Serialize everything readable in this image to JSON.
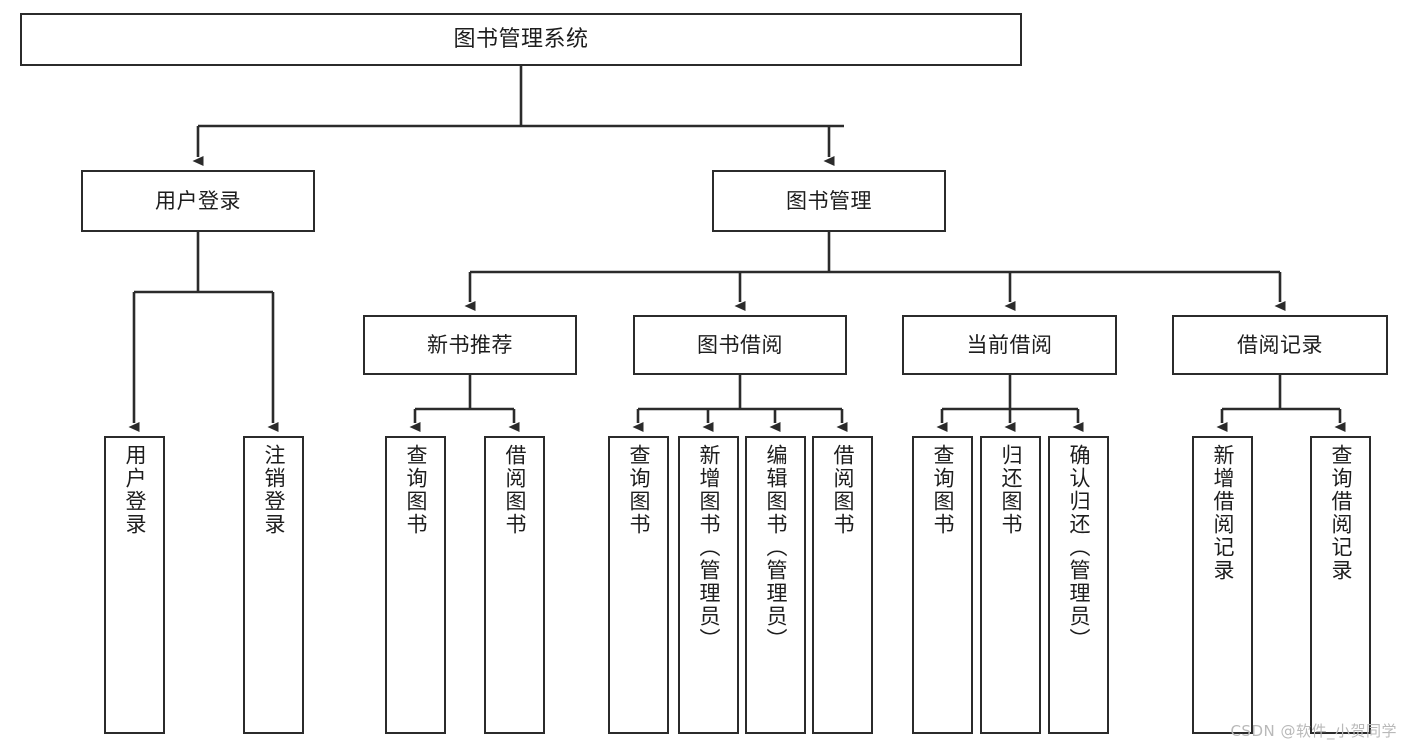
{
  "diagram": {
    "title": "图书管理系统",
    "type": "tree-hierarchy-chart",
    "watermark": "CSDN @软件_小贺同学",
    "colors": {
      "box_border": "#2b2b2b",
      "box_fill": "#ffffff",
      "edge": "#2b2b2b",
      "text": "#1d1d1d",
      "watermark": "#b9b9b9",
      "background": "#ffffff"
    },
    "root": {
      "label": "图书管理系统"
    },
    "level2": [
      {
        "label": "用户登录"
      },
      {
        "label": "图书管理"
      }
    ],
    "level3": [
      {
        "label": "新书推荐"
      },
      {
        "label": "图书借阅"
      },
      {
        "label": "当前借阅"
      },
      {
        "label": "借阅记录"
      }
    ],
    "leaves": {
      "user_login": [
        {
          "label": "用户登录"
        },
        {
          "label": "注销登录"
        }
      ],
      "new_book_recommend": [
        {
          "label": "查询图书"
        },
        {
          "label": "借阅图书"
        }
      ],
      "book_borrow": [
        {
          "label": "查询图书"
        },
        {
          "label": "新增图书（管理员）"
        },
        {
          "label": "编辑图书（管理员）"
        },
        {
          "label": "借阅图书"
        }
      ],
      "current_borrow": [
        {
          "label": "查询图书"
        },
        {
          "label": "归还图书"
        },
        {
          "label": "确认归还（管理员）"
        }
      ],
      "borrow_record": [
        {
          "label": "新增借阅记录"
        },
        {
          "label": "查询借阅记录"
        }
      ]
    }
  }
}
